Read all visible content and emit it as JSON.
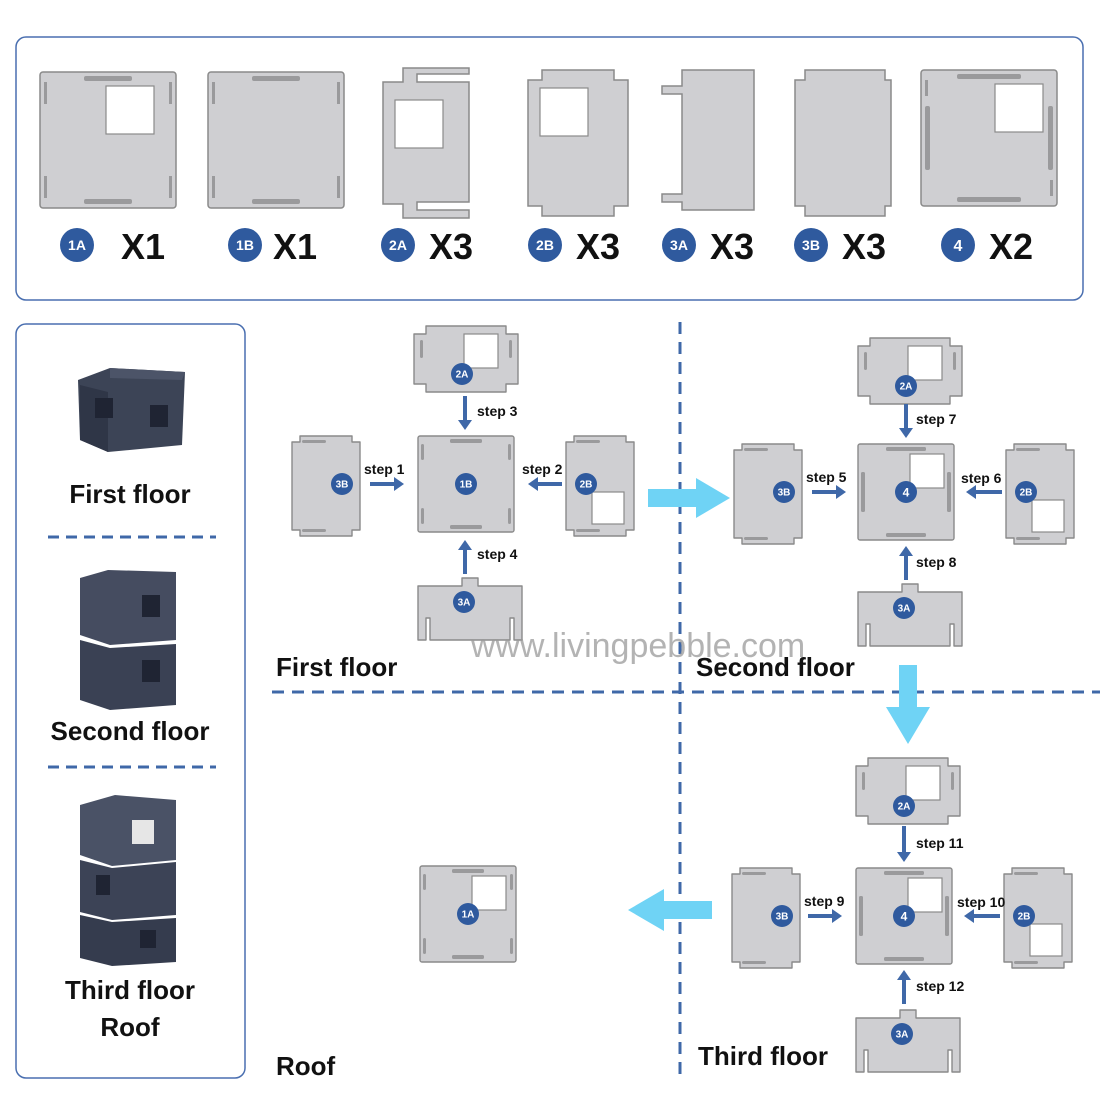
{
  "watermark": "www.livingpebble.com",
  "parts": [
    {
      "badge": "1A",
      "qty": "X1"
    },
    {
      "badge": "1B",
      "qty": "X1"
    },
    {
      "badge": "2A",
      "qty": "X3"
    },
    {
      "badge": "2B",
      "qty": "X3"
    },
    {
      "badge": "3A",
      "qty": "X3"
    },
    {
      "badge": "3B",
      "qty": "X3"
    },
    {
      "badge": "4",
      "qty": "X2"
    }
  ],
  "legend": {
    "first": "First floor",
    "second": "Second floor",
    "third_1": "Third floor",
    "third_2": "Roof"
  },
  "sections": {
    "first": "First floor",
    "second": "Second floor",
    "third": "Third floor",
    "roof": "Roof"
  },
  "steps": [
    "step 1",
    "step 2",
    "step 3",
    "step 4",
    "step 5",
    "step 6",
    "step 7",
    "step 8",
    "step 9",
    "step 10",
    "step 11",
    "step 12"
  ],
  "colors": {
    "badge": "#2f5a9e",
    "panel": "#cfcfd2",
    "panel_border": "#8a8a8a",
    "step_arrow": "#3f68a8",
    "flow_arrow": "#6fd3f5",
    "dash": "#3f68a8",
    "frame": "#4a6fb0"
  }
}
